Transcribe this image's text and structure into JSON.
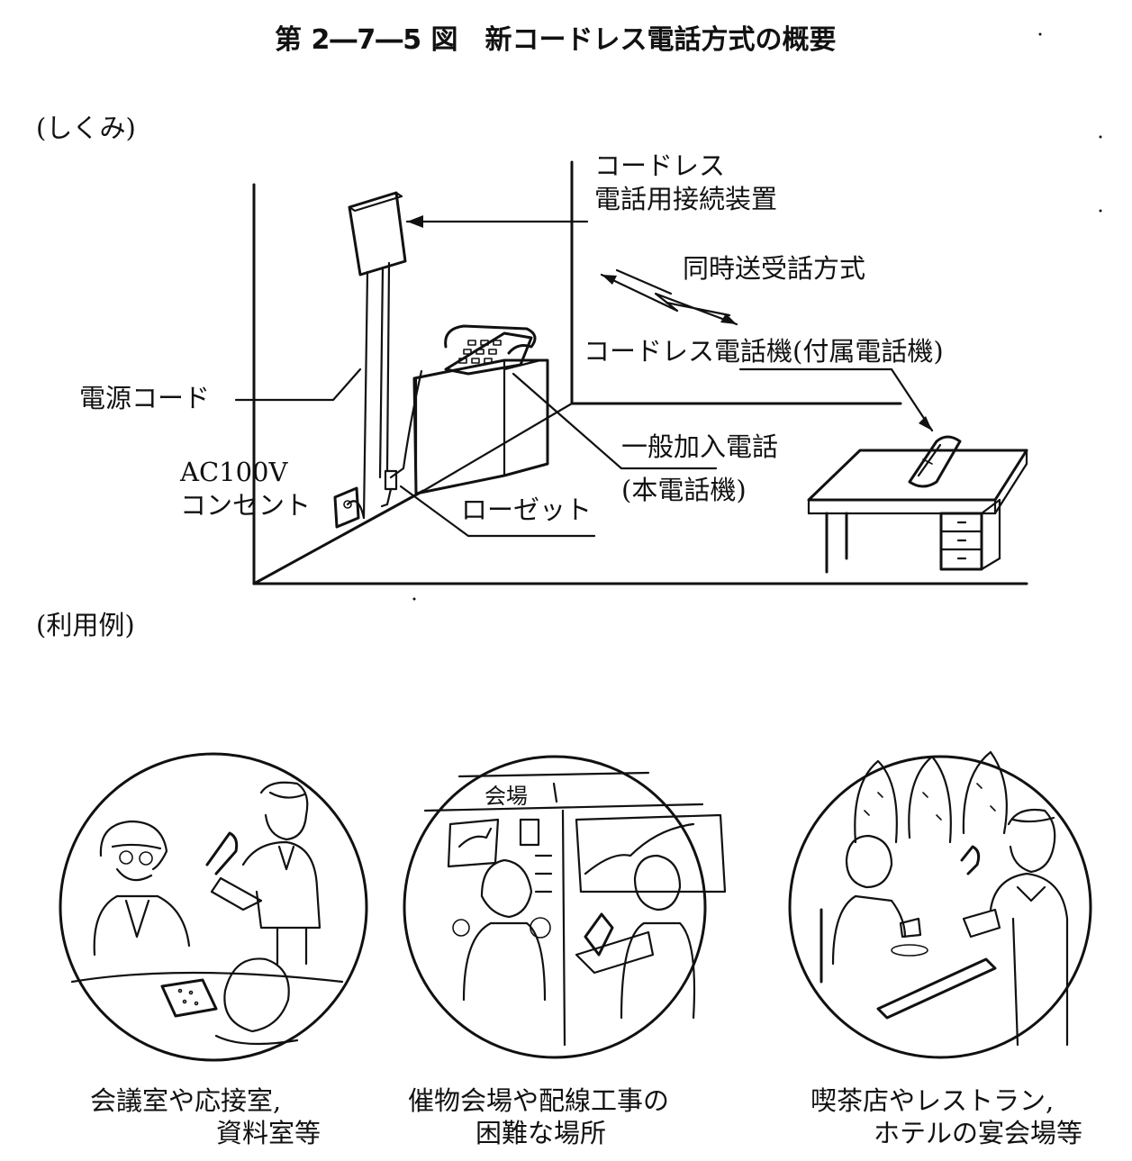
{
  "title": "第 2―7―5 図　新コードレス電話方式の概要",
  "sections": {
    "mechanism": "(しくみ)",
    "usage": "(利用例)"
  },
  "labels": {
    "connector_line1": "コードレス",
    "connector_line2": "電話用接続装置",
    "duplex": "同時送受話方式",
    "cordless_phone": "コードレス電話機(付属電話機)",
    "power_cord": "電源コード",
    "ac100v_line1": "AC100V",
    "ac100v_line2": "コンセント",
    "rosette": "ローゼット",
    "base_phone_line1": "一般加入電話",
    "base_phone_line2": "(本電話機)"
  },
  "examples": [
    {
      "caption_line1": "会議室や応接室,",
      "caption_line2": "資料室等"
    },
    {
      "caption_line1": "催物会場や配線工事の",
      "caption_line2": "困難な場所",
      "sign": "会場"
    },
    {
      "caption_line1": "喫茶店やレストラン,",
      "caption_line2": "ホテルの宴会場等"
    }
  ]
}
